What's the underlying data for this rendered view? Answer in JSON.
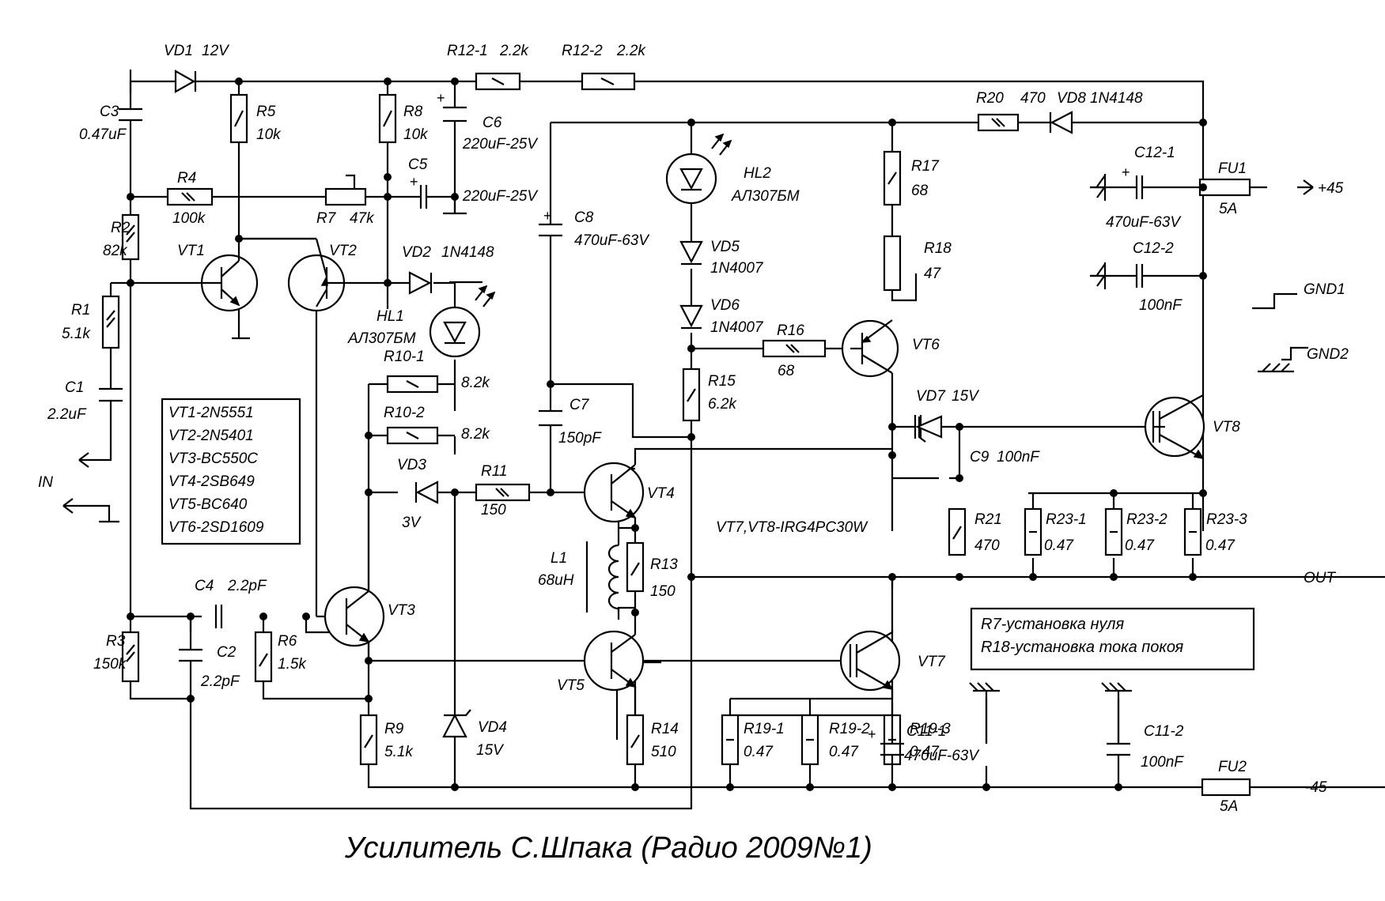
{
  "title": "Усилитель С.Шпака (Радио 2009№1)",
  "parts_box": [
    "VT1-2N5551",
    "VT2-2N5401",
    "VT3-BC550C",
    "VT4-2SB649",
    "VT5-BC640",
    "VT6-2SD1609"
  ],
  "notes": [
    "R7-установка нуля",
    "R18-установка тока покоя"
  ],
  "igbt_note": "VT7,VT8-IRG4PC30W",
  "terminals": {
    "vpos": "+45",
    "vneg": "-45",
    "out": "OUT",
    "in": "IN",
    "gnd1": "GND1",
    "gnd2": "GND2"
  },
  "components": {
    "vd1": [
      "VD1",
      "12V"
    ],
    "r12_1": [
      "R12-1",
      "2.2k"
    ],
    "r12_2": [
      "R12-2",
      "2.2k"
    ],
    "c3": [
      "C3",
      "0.47uF"
    ],
    "r5": [
      "R5",
      "10k"
    ],
    "r8": [
      "R8",
      "10k"
    ],
    "c6": [
      "C6",
      "220uF-25V"
    ],
    "r20": [
      "R20",
      "470"
    ],
    "vd8": [
      "VD8",
      "1N4148"
    ],
    "r4": [
      "R4",
      "100k"
    ],
    "r7": [
      "R7",
      "47k"
    ],
    "c5": [
      "C5",
      "220uF-25V"
    ],
    "hl2": [
      "HL2",
      "АЛ307БМ"
    ],
    "r17": [
      "R17",
      "68"
    ],
    "c12_1": [
      "C12-1",
      "470uF-63V"
    ],
    "fu1": [
      "FU1",
      "5A"
    ],
    "r2": [
      "R2",
      "82k"
    ],
    "c8": [
      "C8",
      "470uF-63V"
    ],
    "vt1": [
      "VT1"
    ],
    "vt2": [
      "VT2"
    ],
    "vd2": [
      "VD2",
      "1N4148"
    ],
    "vd5": [
      "VD5",
      "1N4007"
    ],
    "r18": [
      "R18",
      "47"
    ],
    "c12_2": [
      "C12-2",
      "100nF"
    ],
    "r1": [
      "R1",
      "5.1k"
    ],
    "hl1": [
      "HL1",
      "АЛ307БМ"
    ],
    "vd6": [
      "VD6",
      "1N4007"
    ],
    "r16": [
      "R16",
      "68"
    ],
    "vt6": [
      "VT6"
    ],
    "r10_1": [
      "R10-1",
      "8.2k"
    ],
    "r15": [
      "R15",
      "6.2k"
    ],
    "c1": [
      "C1",
      "2.2uF"
    ],
    "c7": [
      "C7",
      "150pF"
    ],
    "vd7": [
      "VD7",
      "15V"
    ],
    "r10_2": [
      "R10-2",
      "8.2k"
    ],
    "vt8": [
      "VT8"
    ],
    "c9": [
      "C9",
      "100nF"
    ],
    "vd3": [
      "VD3",
      "3V"
    ],
    "r11": [
      "R11",
      "150"
    ],
    "vt4": [
      "VT4"
    ],
    "r21": [
      "R21",
      "470"
    ],
    "r23_1": [
      "R23-1",
      "0.47"
    ],
    "r23_2": [
      "R23-2",
      "0.47"
    ],
    "r23_3": [
      "R23-3",
      "0.47"
    ],
    "l1": [
      "L1",
      "68uH"
    ],
    "r13": [
      "R13",
      "150"
    ],
    "c4": [
      "C4",
      "2.2pF"
    ],
    "vt3": [
      "VT3"
    ],
    "r3": [
      "R3",
      "150k"
    ],
    "c2": [
      "C2",
      "2.2pF"
    ],
    "r6": [
      "R6",
      "1.5k"
    ],
    "vt5": [
      "VT5"
    ],
    "vt7": [
      "VT7"
    ],
    "r9": [
      "R9",
      "5.1k"
    ],
    "vd4": [
      "VD4",
      "15V"
    ],
    "r14": [
      "R14",
      "510"
    ],
    "r19_1": [
      "R19-1",
      "0.47"
    ],
    "r19_2": [
      "R19-2",
      "0.47"
    ],
    "r19_3": [
      "R19-3",
      "0.47"
    ],
    "c11_1": [
      "C11-1",
      "470uF-63V"
    ],
    "c11_2": [
      "C11-2",
      "100nF"
    ],
    "fu2": [
      "FU2",
      "5A"
    ]
  }
}
